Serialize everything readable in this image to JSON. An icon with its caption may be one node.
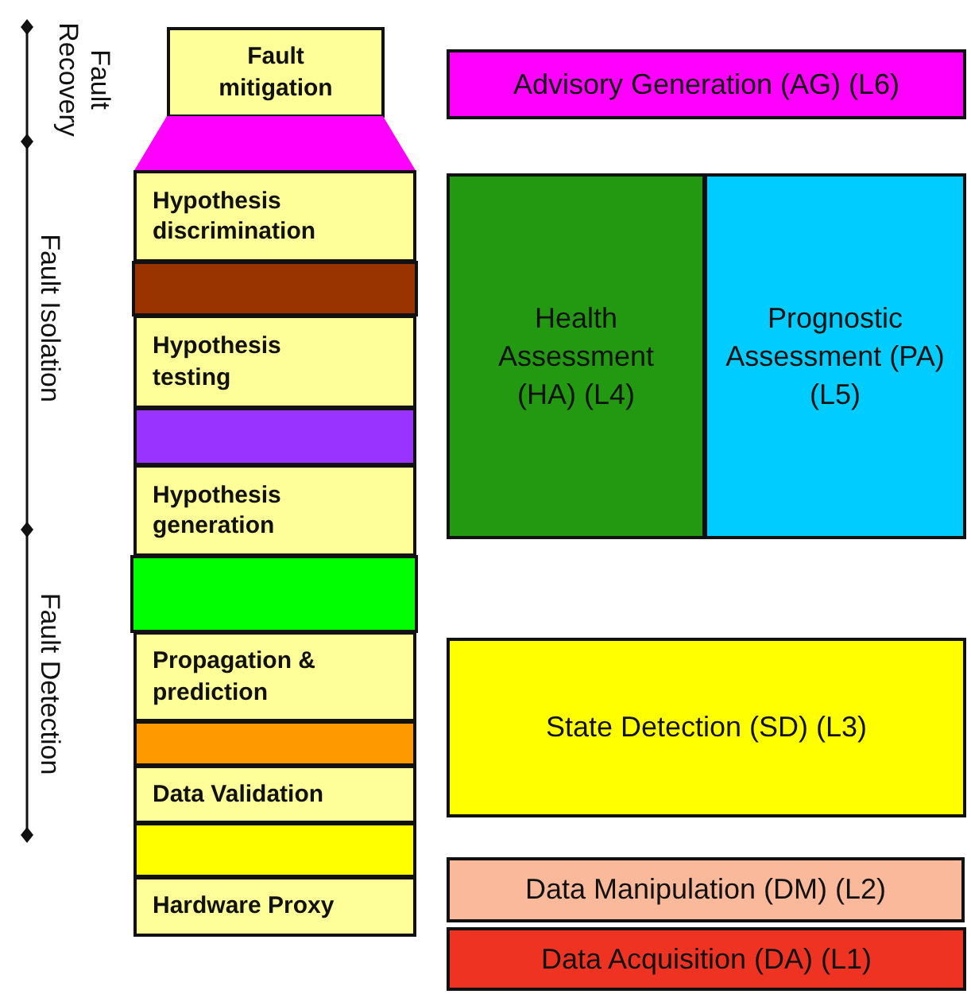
{
  "diagram": {
    "nodes": [
      {
        "text": [
          "Fault mitigation"
        ]
      },
      {
        "text": [],
        "shape": "trapezoid"
      },
      {
        "text": [
          "Hypothesis discrimination"
        ]
      },
      {
        "text": [],
        "shape": "bar"
      },
      {
        "text": [
          "Hypothesis testing"
        ]
      },
      {
        "text": [],
        "shape": "bar"
      },
      {
        "text": [
          "Hypothesis generation"
        ]
      },
      {
        "text": [],
        "shape": "bar"
      },
      {
        "text": [
          "Propagation & prediction"
        ]
      },
      {
        "text": [],
        "shape": "bar"
      },
      {
        "text": [
          "Data Validation"
        ]
      },
      {
        "text": [],
        "shape": "bar"
      },
      {
        "text": [
          "Hardware Proxy"
        ]
      },
      {
        "text": [
          "Advisory Generation (AG) (L6)"
        ]
      },
      {
        "text": [
          "Health Assessment (HA) (L4)"
        ]
      },
      {
        "text": [
          "Prognostic Assessment (PA) (L5)"
        ]
      },
      {
        "text": [
          "State Detection (SD) (L3)"
        ]
      },
      {
        "text": [
          "Data Manipulation (DM) (L2)"
        ]
      },
      {
        "text": [
          "Data Acquisition (DA) (L1)"
        ]
      }
    ],
    "labels": [
      "Fault Recovery",
      "Fault Isolation",
      "Fault Detection"
    ]
  }
}
